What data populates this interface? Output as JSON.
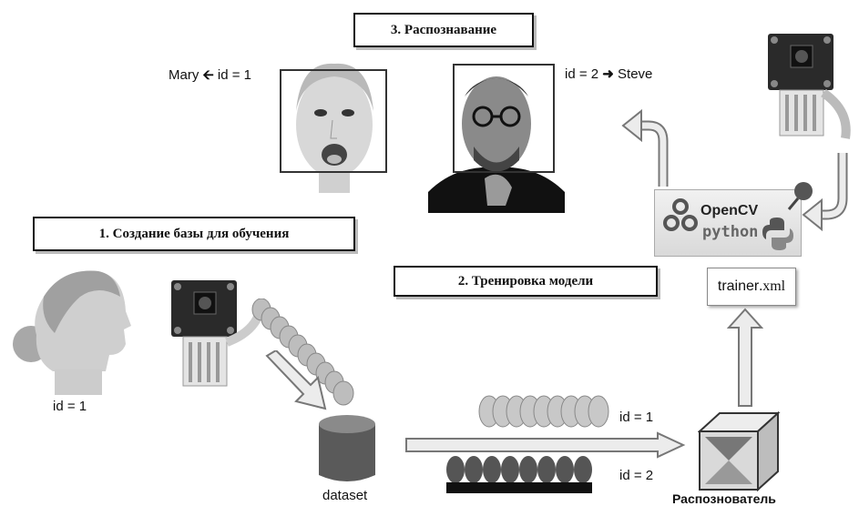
{
  "stages": {
    "recognition": "3. Распознавание",
    "dataset_creation": "1. Создание базы для обучения",
    "training": "2. Тренировка модели"
  },
  "labels": {
    "mary": "Mary",
    "id_mary": "id = 1",
    "id_steve": "id = 2",
    "steve": "Steve",
    "person_id": "id = 1",
    "dataset": "dataset",
    "train_id1": "id = 1",
    "train_id2": "id = 2",
    "recognizer": "Распознователь"
  },
  "software": {
    "opencv": "OpenCV",
    "python": "python",
    "trainer_name": "trainer",
    "trainer_ext": ".xml"
  }
}
